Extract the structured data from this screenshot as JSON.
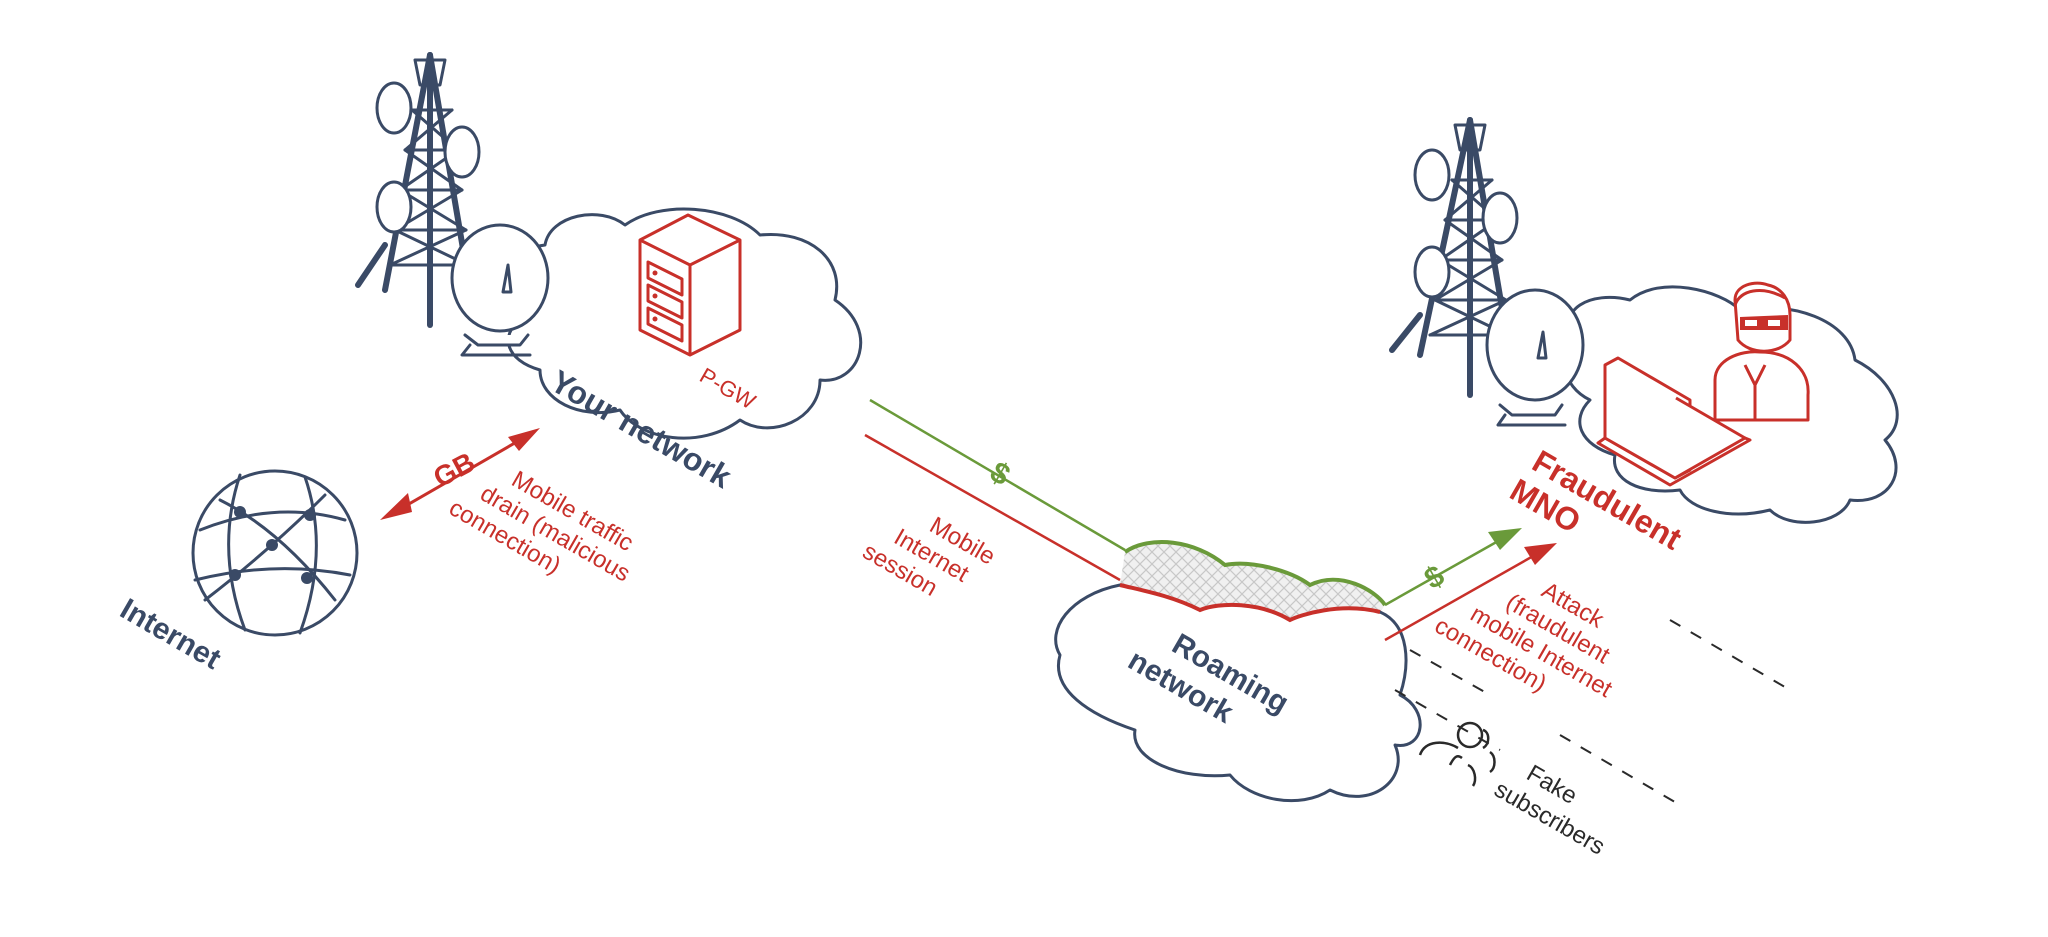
{
  "colors": {
    "navy": "#3a4a66",
    "red": "#c8302a",
    "green": "#6a9a3a",
    "black": "#2a2a2a"
  },
  "labels": {
    "your_network": "Your network",
    "pgw": "P-GW",
    "internet": "Internet",
    "gb": "GB",
    "traffic_drain": [
      "Mobile traffic",
      "drain (malicious",
      "connection)"
    ],
    "mobile_session": [
      "Mobile",
      "Internet",
      "session"
    ],
    "dollar": "$",
    "roaming_network": [
      "Roaming",
      "network"
    ],
    "fraudulent_mno": [
      "Fraudulent",
      "MNO"
    ],
    "attack": [
      "Attack",
      "(fraudulent",
      "mobile Internet",
      "connection)"
    ],
    "fake_subscribers": [
      "Fake",
      "subscribers"
    ]
  },
  "icons": {
    "tower_left": "cell-tower-icon",
    "tower_right": "cell-tower-icon",
    "dish_left": "satellite-dish-icon",
    "dish_right": "satellite-dish-icon",
    "server": "server-rack-icon",
    "globe": "globe-icon",
    "hacker": "hacker-person-icon",
    "laptop": "laptop-icon",
    "subscribers": "people-icon"
  }
}
